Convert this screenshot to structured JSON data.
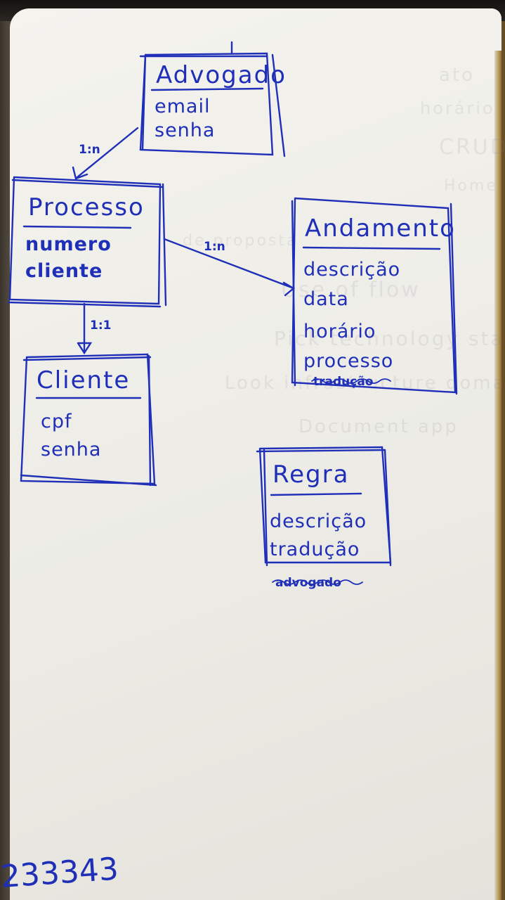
{
  "entities": {
    "advogado": {
      "title": "Advogado",
      "attributes": [
        "email",
        "senha"
      ]
    },
    "processo": {
      "title": "Processo",
      "attributes": [
        "numero",
        "cliente"
      ]
    },
    "cliente": {
      "title": "Cliente",
      "attributes": [
        "cpf",
        "senha"
      ]
    },
    "andamento": {
      "title": "Andamento",
      "attributes": [
        "descrição",
        "data",
        "horário",
        "processo"
      ],
      "struck_attribute": "tradução"
    },
    "regra": {
      "title": "Regra",
      "attributes": [
        "descrição",
        "tradução"
      ],
      "struck_below": "advogado"
    }
  },
  "relationships": [
    {
      "from": "Advogado",
      "to": "Processo",
      "cardinality": "1:n"
    },
    {
      "from": "Processo",
      "to": "Andamento",
      "cardinality": "1:n"
    },
    {
      "from": "Processo",
      "to": "Cliente",
      "cardinality": "1:1"
    }
  ],
  "footer_digits": "233343",
  "bleed_through": [
    "ato",
    "horário",
    "CRUD",
    "Home",
    "de proposta",
    "Use of flow",
    "Pick technology stack",
    "Look infrastructure domain",
    "Document app"
  ],
  "colors": {
    "ink": "#1f2fb8",
    "paper": "#f0efe9"
  }
}
